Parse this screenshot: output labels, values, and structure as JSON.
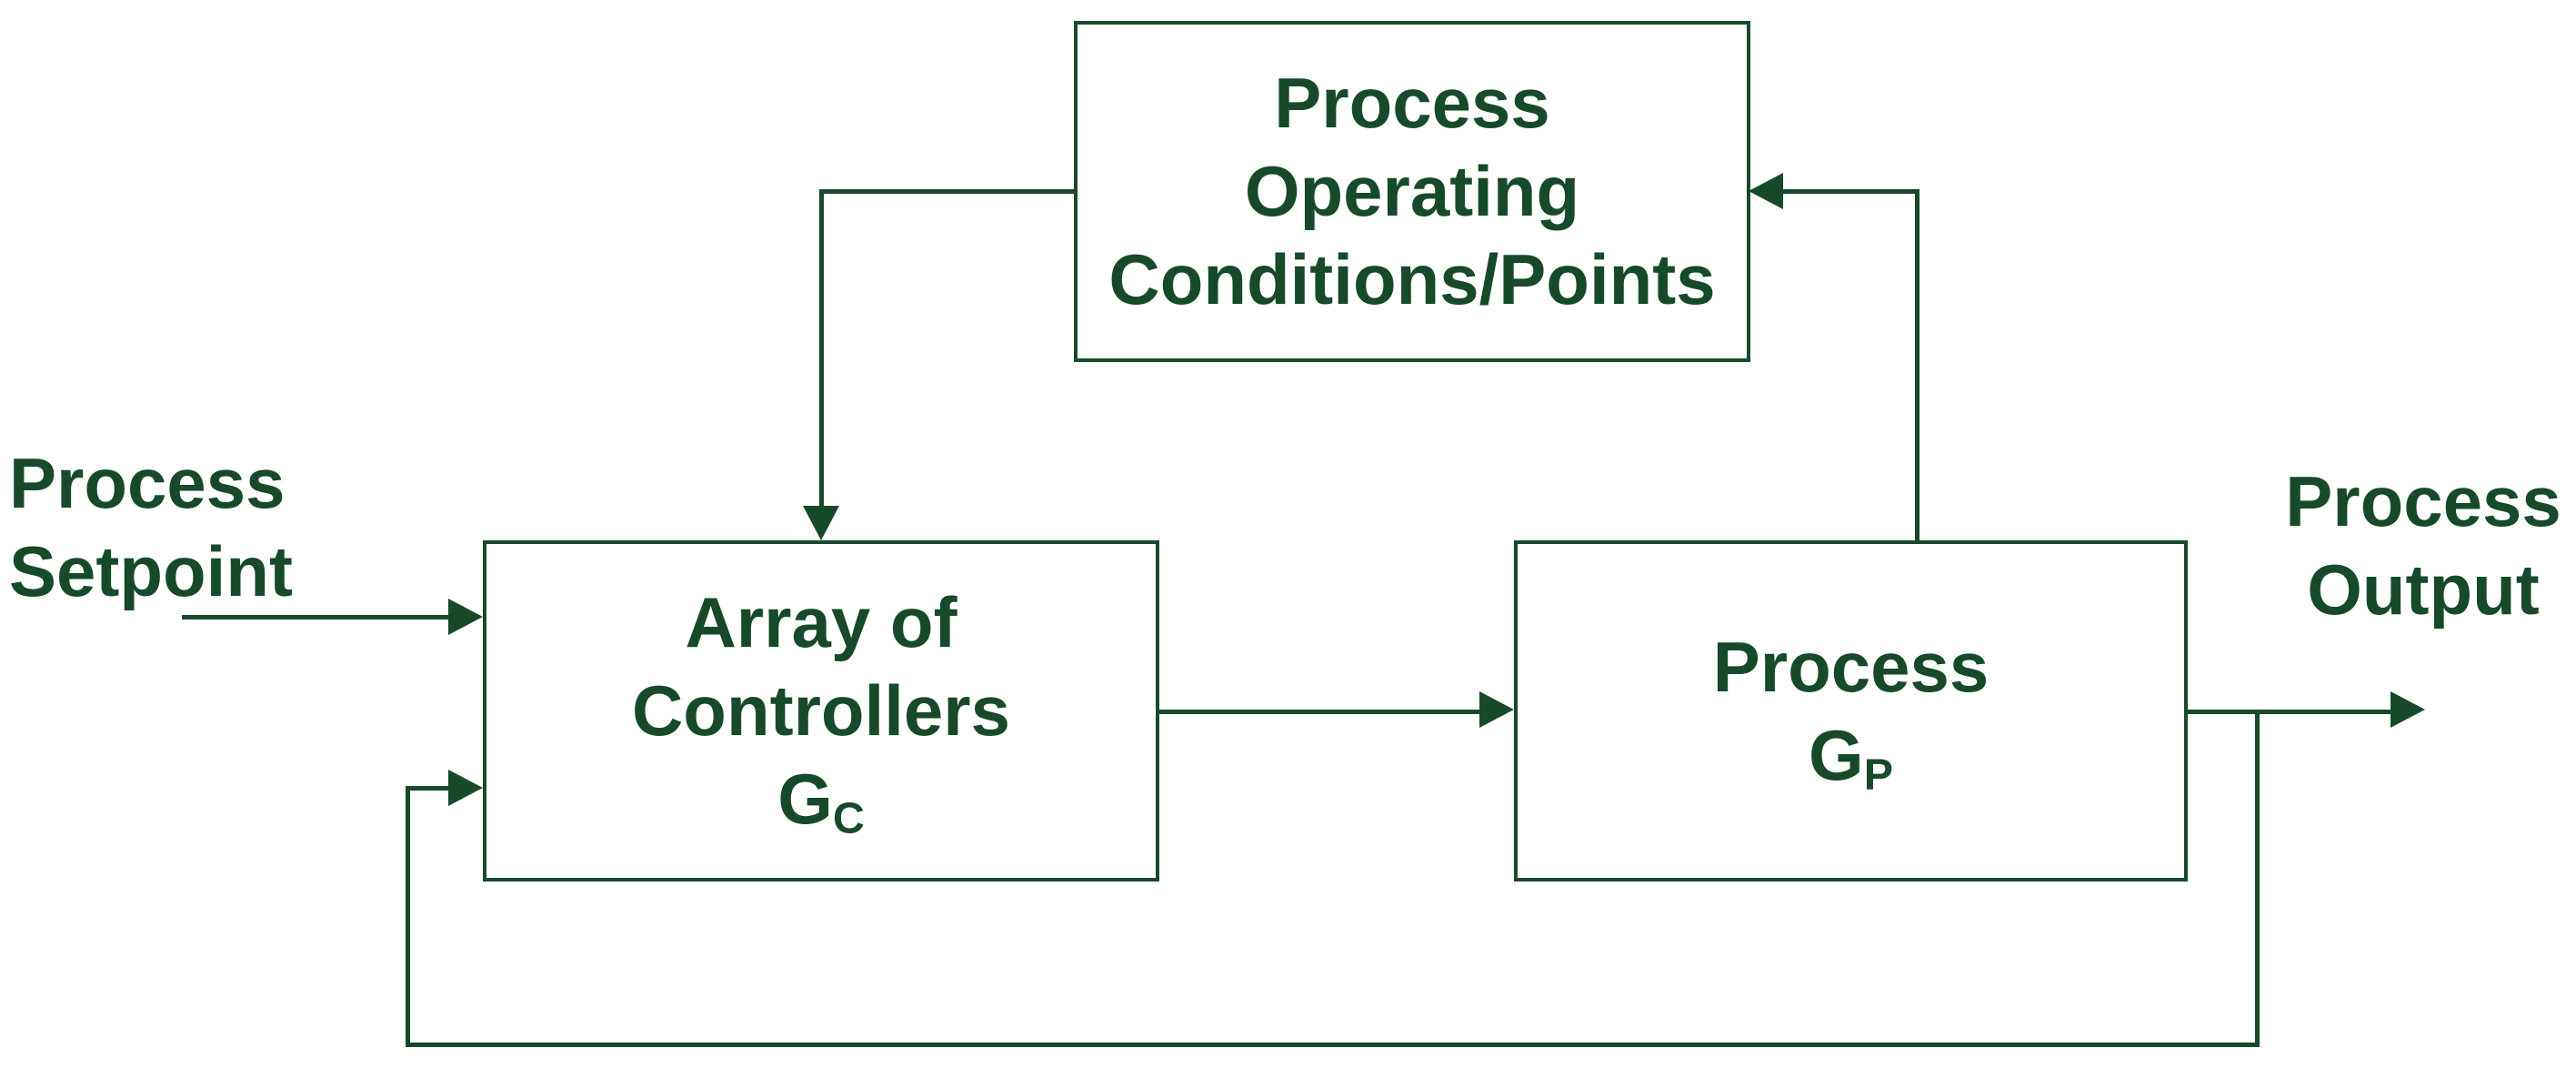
{
  "colors": {
    "ink": "#164a2b",
    "background": "#ffffff"
  },
  "boxes": {
    "operating_conditions": {
      "lines": [
        "Process",
        "Operating",
        "Conditions/Points"
      ]
    },
    "controllers": {
      "lines": [
        "Array of",
        "Controllers"
      ],
      "gain": {
        "main": "G",
        "sub": "C"
      }
    },
    "process": {
      "lines": [
        "Process"
      ],
      "gain": {
        "main": "G",
        "sub": "P"
      }
    }
  },
  "labels": {
    "setpoint": {
      "lines": [
        "Process",
        "Setpoint"
      ]
    },
    "output": {
      "lines": [
        "Process",
        "Output"
      ]
    }
  }
}
